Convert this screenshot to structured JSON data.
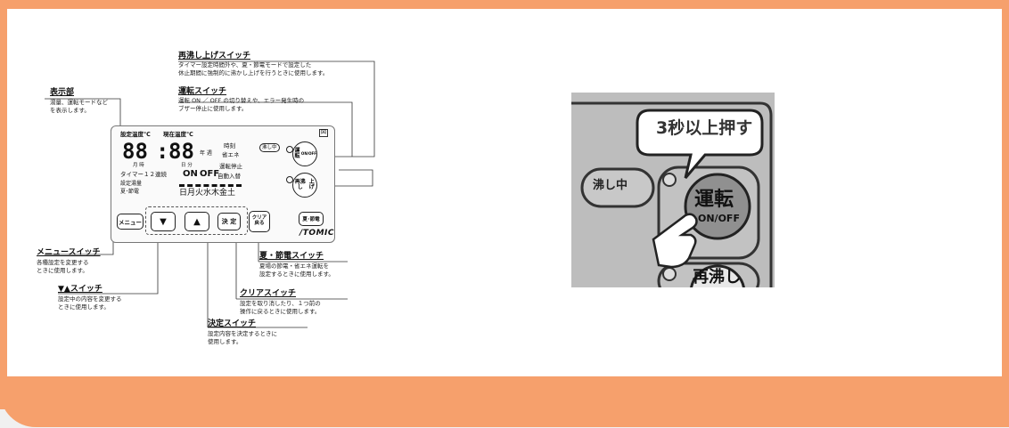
{
  "labels": {
    "saiwakashi_label": "再沸し上げスイッチ",
    "saiwakashi_desc1": "タイマー設定時間外や、夏・節電モードで設定した",
    "saiwakashi_desc2": "休止期間に強制的に沸かし上げを行うときに使用します。",
    "unten_label": "運転スイッチ",
    "unten_desc1": "運転 ON ／ OFF の切り替えや、エラー発生時の",
    "unten_desc2": "ブザー停止に使用します。",
    "hyoji_label": "表示部",
    "hyoji_desc1": "湯量、運転モードなど",
    "hyoji_desc2": "を表示します。",
    "menu_label": "メニュースイッチ",
    "menu_desc1": "各種設定を変更する",
    "menu_desc2": "ときに使用します。",
    "updown_label": "▼▲スイッチ",
    "updown_desc1": "設定中の内容を変更する",
    "updown_desc2": "ときに使用します。",
    "kettei_label": "決定スイッチ",
    "kettei_desc1": "設定内容を決定するときに",
    "kettei_desc2": "使用します。",
    "clear_label": "クリアスイッチ",
    "clear_desc1": "設定を取り消したり、１つ前の",
    "clear_desc2": "操作に戻るときに使用します。",
    "natsu_label": "夏・節電スイッチ",
    "natsu_desc1": "夏場の節電・省エネ運転を",
    "natsu_desc2": "設定するときに使用します。"
  },
  "panel": {
    "settei_ondo": "設定温度℃",
    "genzai_ondo": "現在温度℃",
    "digits_left": "88",
    "colon": ":",
    "digits_right": "88",
    "nen_shu": "年 週",
    "jikoku": "時刻",
    "shoene": "省エネ",
    "tsuki_ji": "月 時",
    "nichi_fun": "日 分",
    "unten_teishi": "運転停止",
    "timer": "タイマー１２連続",
    "on": "ON",
    "off": "OFF",
    "jido_nyuto": "自動入替",
    "settei_yuryo": "設定湯量",
    "natsu_setsuden": "夏･節電",
    "weekdays": "日月火水木金土",
    "wakashichu": "沸し中",
    "unten_btn": "運転",
    "onoff": "ON/OFF",
    "saiwakashi_btn1": "再沸し",
    "saiwakashi_btn2": "上げ",
    "menu_btn": "メニュー",
    "down_btn": "▼",
    "up_btn": "▲",
    "kettei_btn": "決 定",
    "clear_btn1": "クリア",
    "clear_btn2": "戻る",
    "natsu_btn": "夏･節電",
    "brand": "/TOMIC",
    "corner": "図"
  },
  "photo": {
    "callout": "3秒以上押す",
    "wakashichu": "沸し中",
    "unten": "運転",
    "onoff": "ON/OFF",
    "saiwakashi": "再沸し"
  }
}
